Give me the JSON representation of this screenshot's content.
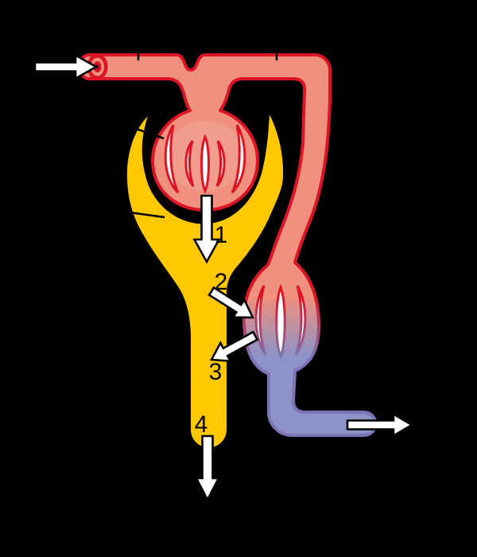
{
  "figure": {
    "type": "nephron-physiology-diagram",
    "background_color": "#000000",
    "step_labels": {
      "step1": "1",
      "step2": "2",
      "step3": "3",
      "step4": "4"
    },
    "colors": {
      "vessel_outline_red": "#DC1423",
      "vessel_fill_salmon": "#F0907E",
      "vein_fill_blue": "#8C93C6",
      "vein_outline_purple": "#7C74B4",
      "capsule_yellow": "#FFC800",
      "slit_white": "#FFFFFF",
      "arrow_fill": "#FFFFFF",
      "arrow_outline": "#000000",
      "label_text": "#000000",
      "opening_core_dark_red": "#8E1018"
    }
  }
}
